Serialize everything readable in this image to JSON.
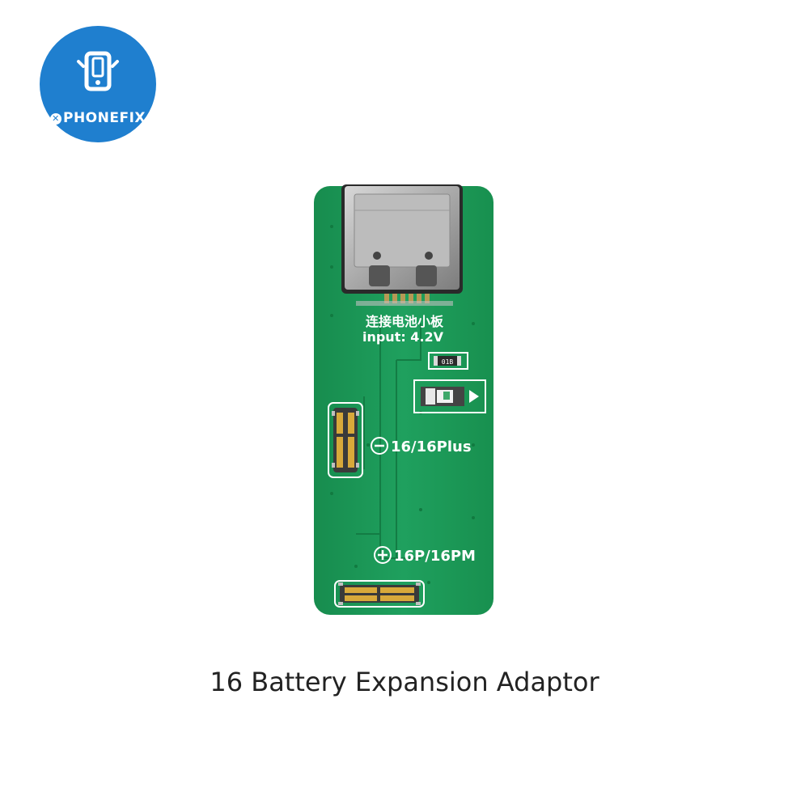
{
  "brand": {
    "name": "PHONEFIX",
    "color": "#1f7fcf"
  },
  "board": {
    "pcb_color": "#1e9a5a",
    "text_chinese": "连接电池小板",
    "input": "input: 4.2V",
    "resistor": "01B",
    "label_a": "16/16Plus",
    "label_b": "16P/16PM"
  },
  "caption": "16 Battery Expansion Adaptor"
}
